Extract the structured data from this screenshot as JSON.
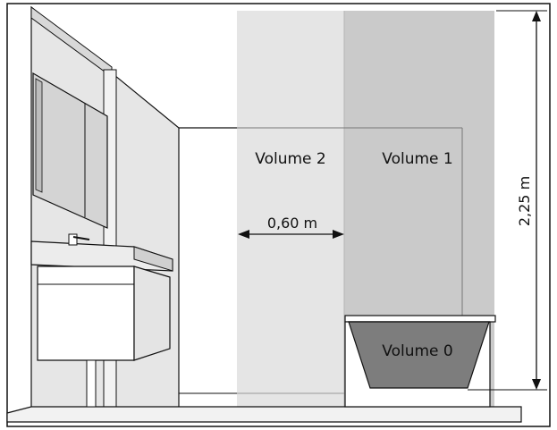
{
  "labels": {
    "volume_2": "Volume 2",
    "volume_1": "Volume 1",
    "volume_0": "Volume 0",
    "distance": "0,60 m",
    "height": "2,25 m"
  },
  "colors": {
    "volume_2_zone": "#e5e5e5",
    "volume_1_zone": "#cacaca",
    "volume_0_tub": "#7d7d7d",
    "outline": "#111111",
    "background": "#ffffff"
  }
}
